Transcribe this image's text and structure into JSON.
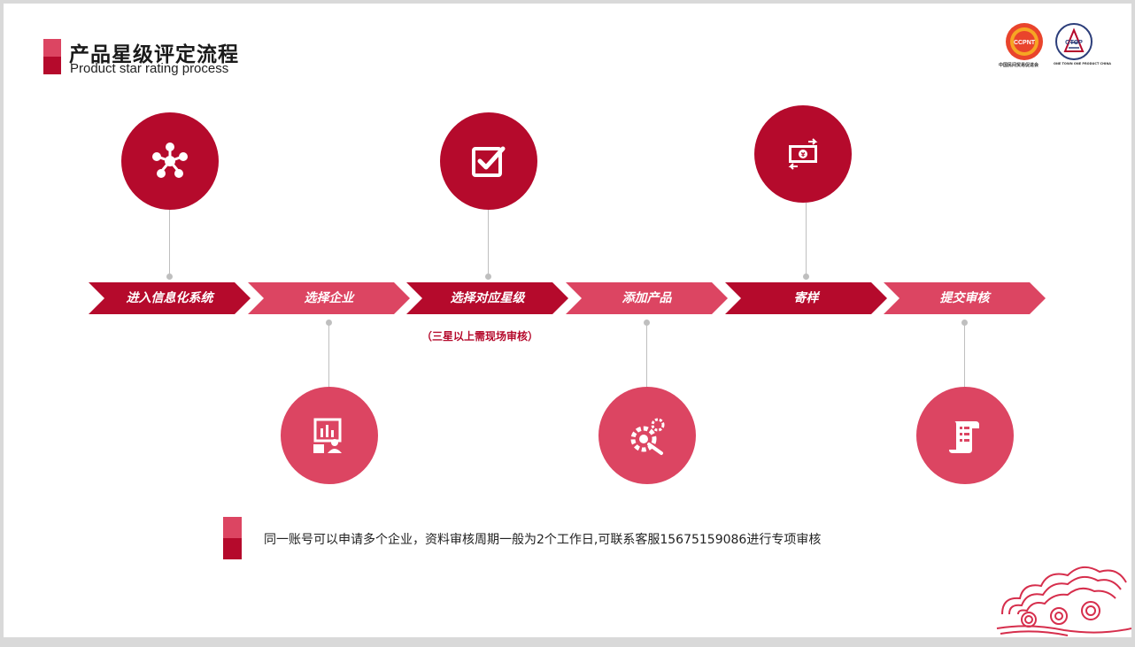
{
  "header": {
    "title_cn": "产品星级评定流程",
    "title_en": "Product star rating process"
  },
  "logos": [
    {
      "icon": "ccpnt-logo",
      "badge": "CCPNT",
      "caption": "中国民间贸易促进会"
    },
    {
      "icon": "otop-logo",
      "badge": "OTOP",
      "caption": "ONE TOWN ONE PRODUCT CHINA"
    }
  ],
  "steps": [
    {
      "label": "进入信息化系统",
      "icon": "network-icon"
    },
    {
      "label": "选择企业",
      "icon": "presentation-icon"
    },
    {
      "label": "选择对应星级",
      "icon": "checkbox-icon"
    },
    {
      "label": "添加产品",
      "icon": "gear-wrench-icon"
    },
    {
      "label": "寄样",
      "icon": "money-transfer-icon"
    },
    {
      "label": "提交审核",
      "icon": "scroll-list-icon"
    }
  ],
  "step_note": "（三星以上需现场审核）",
  "footer_note": "同一账号可以申请多个企业，资料审核周期一般为2个工作日,可联系客服15675159086进行专项审核",
  "colors": {
    "dark_red": "#b50a2c",
    "light_red": "#dc4562",
    "connector": "#bfbfbf"
  },
  "decoration": "auspicious-cloud-icon"
}
